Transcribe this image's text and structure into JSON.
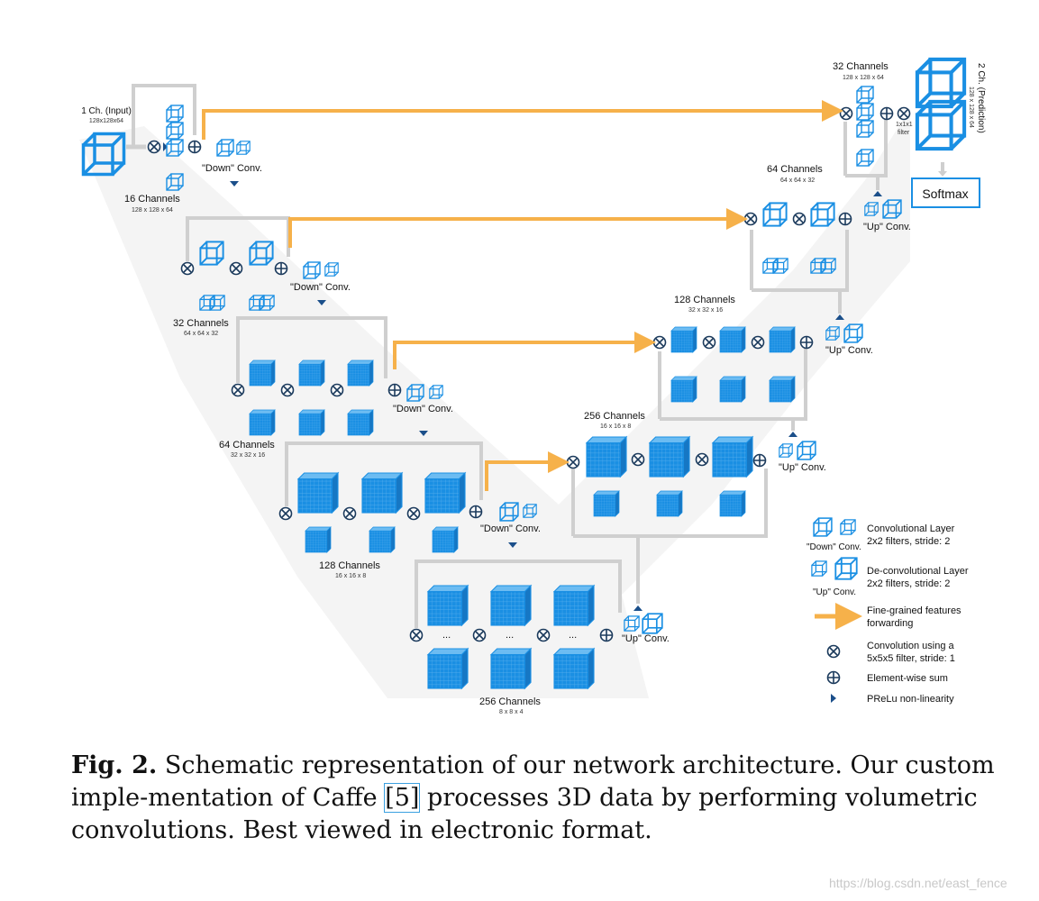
{
  "diagram": {
    "input_label": "1 Ch. (Input)",
    "input_dims": "128x128x64",
    "down_conv": "\"Down\" Conv.",
    "up_conv": "\"Up\" Conv.",
    "enc1": {
      "channels": "16 Channels",
      "dims": "128 x 128 x 64"
    },
    "enc2": {
      "channels": "32 Channels",
      "dims": "64 x 64 x 32"
    },
    "enc3": {
      "channels": "64 Channels",
      "dims": "32 x 32 x 16"
    },
    "enc4": {
      "channels": "128 Channels",
      "dims": "16 x 16 x 8"
    },
    "bottom": {
      "channels": "256 Channels",
      "dims": "8 x 8 x 4"
    },
    "dec4": {
      "channels": "256 Channels",
      "dims": "16 x 16 x 8"
    },
    "dec3": {
      "channels": "128 Channels",
      "dims": "32 x 32 x 16"
    },
    "dec2": {
      "channels": "64 Channels",
      "dims": "64 x 64 x 32"
    },
    "dec1": {
      "channels": "32 Channels",
      "dims": "128 x 128 x 64"
    },
    "output_label": "2 Ch. (Prediction)",
    "output_dims": "128 x 128 x 64",
    "filter_1x1": "1x1x1",
    "filter_word": "filter",
    "softmax": "Softmax",
    "ellipsis": "...",
    "vdots": "⋮",
    "colors": {
      "blue": "#1a8fe3",
      "orange": "#f6b14a",
      "gray": "#d0d0d0",
      "navy": "#1b4f8a",
      "funnel": "#f4f4f4"
    }
  },
  "legend": {
    "conv_layer_title": "Convolutional Layer",
    "conv_layer_desc": "2x2 filters, stride: 2",
    "conv_layer_tag": "\"Down\" Conv.",
    "deconv_layer_title": "De-convolutional Layer",
    "deconv_layer_desc": "2x2 filters, stride: 2",
    "deconv_layer_tag": "\"Up\" Conv.",
    "fine_grained_line1": "Fine-grained features",
    "fine_grained_line2": "forwarding",
    "convolution_line1": "Convolution using a",
    "convolution_line2": "5x5x5 filter, stride: 1",
    "elementwise": "Element-wise sum",
    "prelu": "PReLu non-linearity"
  },
  "caption": {
    "label": "Fig. 2.",
    "text_before_ref": " Schematic representation of our network architecture. Our custom imple-mentation of Caffe ",
    "ref": "[5]",
    "text_after_ref": " processes 3D data by performing volumetric convolutions. Best viewed in electronic format."
  },
  "watermark": "https://blog.csdn.net/east_fence"
}
